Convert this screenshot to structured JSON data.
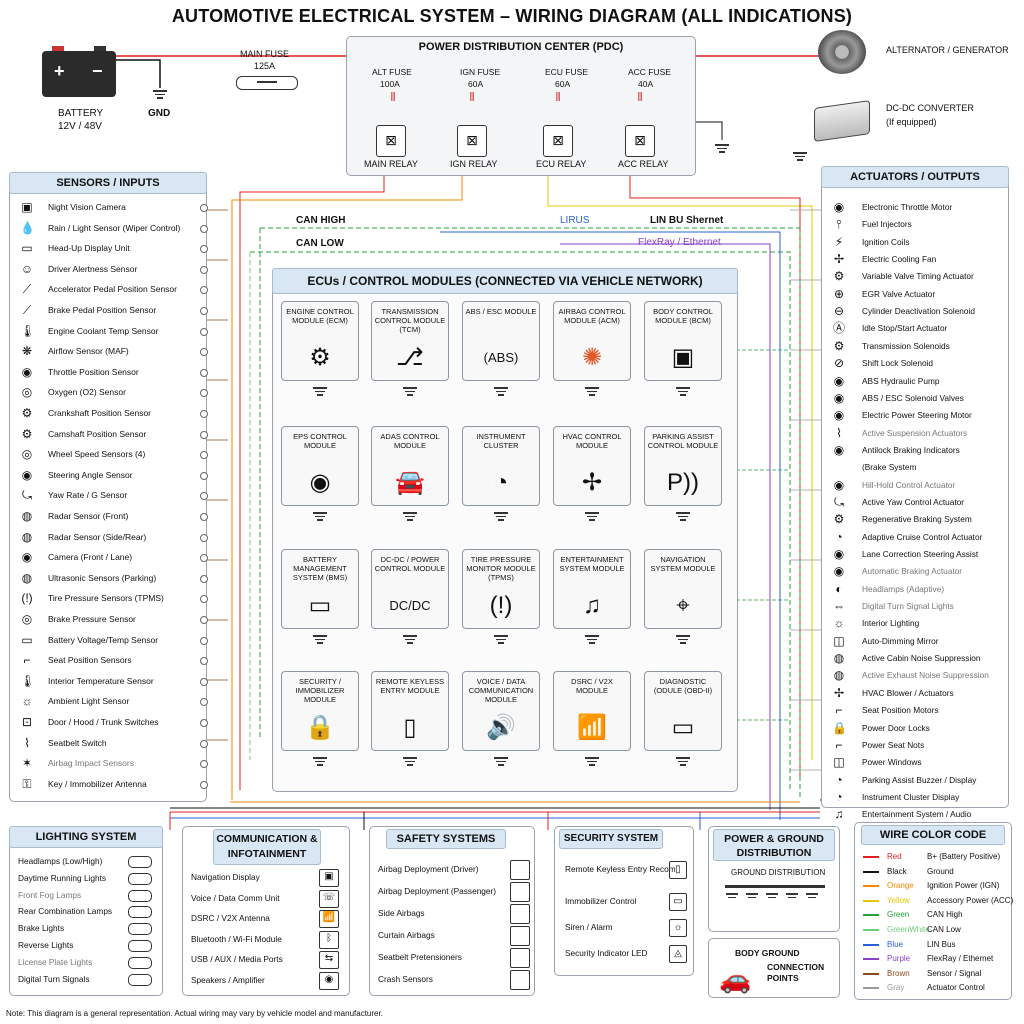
{
  "title": "AUTOMOTIVE ELECTRICAL SYSTEM – WIRING DIAGRAM (ALL INDICATIONS)",
  "battery": {
    "label": "BATTERY",
    "voltage": "12V / 48V",
    "plus": "+",
    "minus": "−"
  },
  "gnd_label": "GND",
  "main_fuse": {
    "label": "MAIN FUSE",
    "rating": "125A"
  },
  "pdc": {
    "title": "POWER DISTRIBUTION CENTER (PDC)",
    "fuses": [
      {
        "name": "ALT FUSE",
        "rating": "100A"
      },
      {
        "name": "IGN FUSE",
        "rating": "60A"
      },
      {
        "name": "ECU FUSE",
        "rating": "60A"
      },
      {
        "name": "ACC FUSE",
        "rating": "40A"
      }
    ],
    "relays": [
      "MAIN RELAY",
      "IGN RELAY",
      "ECU RELAY",
      "ACC RELAY"
    ]
  },
  "alternator": {
    "label": "ALTERNATOR / GENERATOR"
  },
  "dcdc": {
    "label": "DC-DC CONVERTER",
    "note": "(If equipped)"
  },
  "bus_labels": {
    "can_high": "CAN HIGH",
    "can_low": "CAN LOW",
    "lin": "LIRUS",
    "lin_eth": "LIN BU Shernet",
    "flexray": "FlexRay / Ethernet"
  },
  "sensors": {
    "title": "SENSORS / INPUTS",
    "items": [
      {
        "icon": "night-vision-camera-icon",
        "glyph": "▣",
        "label": "Night Vision Camera",
        "muted": false
      },
      {
        "icon": "rain-drop-icon",
        "glyph": "💧",
        "label": "Rain / Light Sensor (Wiper Control)",
        "muted": false
      },
      {
        "icon": "hud-icon",
        "glyph": "▭",
        "label": "Head-Up Display Unit",
        "muted": false
      },
      {
        "icon": "driver-face-icon",
        "glyph": "☺",
        "label": "Driver Alertness Sensor",
        "muted": false
      },
      {
        "icon": "pedal-icon",
        "glyph": "⟋",
        "label": "Accelerator Pedal Position Sensor",
        "muted": false
      },
      {
        "icon": "brake-pedal-icon",
        "glyph": "⟋",
        "label": "Brake Pedal Position Sensor",
        "muted": false
      },
      {
        "icon": "thermometer-icon",
        "glyph": "🌡",
        "label": "Engine Coolant Temp Sensor",
        "muted": false
      },
      {
        "icon": "airflow-icon",
        "glyph": "❋",
        "label": "Airflow Sensor (MAF)",
        "muted": false
      },
      {
        "icon": "throttle-icon",
        "glyph": "◉",
        "label": "Throttle Position Sensor",
        "muted": false
      },
      {
        "icon": "oxygen-sensor-icon",
        "glyph": "◎",
        "label": "Oxygen (O2) Sensor",
        "muted": false
      },
      {
        "icon": "crankshaft-icon",
        "glyph": "⚙",
        "label": "Crankshaft Position Sensor",
        "muted": false
      },
      {
        "icon": "camshaft-icon",
        "glyph": "⚙",
        "label": "Camshaft Position Sensor",
        "muted": false
      },
      {
        "icon": "wheel-speed-icon",
        "glyph": "◎",
        "label": "Wheel Speed Sensors (4)",
        "muted": false
      },
      {
        "icon": "steering-wheel-icon",
        "glyph": "◉",
        "label": "Steering Angle Sensor",
        "muted": false
      },
      {
        "icon": "yaw-rate-icon",
        "glyph": "⤿",
        "label": "Yaw Rate / G Sensor",
        "muted": false
      },
      {
        "icon": "radar-icon",
        "glyph": "◍",
        "label": "Radar Sensor (Front)",
        "muted": false
      },
      {
        "icon": "radar-side-icon",
        "glyph": "◍",
        "label": "Radar Sensor (Side/Rear)",
        "muted": false
      },
      {
        "icon": "camera-icon",
        "glyph": "◉",
        "label": "Camera (Front / Lane)",
        "muted": false
      },
      {
        "icon": "ultrasonic-icon",
        "glyph": "◍",
        "label": "Ultrasonic Sensors (Parking)",
        "muted": false
      },
      {
        "icon": "tire-pressure-icon",
        "glyph": "(!)",
        "label": "Tire Pressure Sensors (TPMS)",
        "muted": false
      },
      {
        "icon": "brake-pressure-icon",
        "glyph": "◎",
        "label": "Brake Pressure Sensor",
        "muted": false
      },
      {
        "icon": "battery-icon",
        "glyph": "▭",
        "label": "Battery Voltage/Temp Sensor",
        "muted": false
      },
      {
        "icon": "seat-icon",
        "glyph": "⌐",
        "label": "Seat Position Sensors",
        "muted": false
      },
      {
        "icon": "interior-temp-icon",
        "glyph": "🌡",
        "label": "Interior Temperature Sensor",
        "muted": false
      },
      {
        "icon": "sun-icon",
        "glyph": "☼",
        "label": "Ambient Light Sensor",
        "muted": false
      },
      {
        "icon": "door-icon",
        "glyph": "⊡",
        "label": "Door / Hood / Trunk Switches",
        "muted": false
      },
      {
        "icon": "seatbelt-icon",
        "glyph": "⌇",
        "label": "Seatbelt Switch",
        "muted": false
      },
      {
        "icon": "airbag-impact-icon",
        "glyph": "✶",
        "label": "Airbag Impact Sensors",
        "muted": true
      },
      {
        "icon": "key-antenna-icon",
        "glyph": "⚿",
        "label": "Key / Immobilizer Antenna",
        "muted": false
      }
    ]
  },
  "actuators": {
    "title": "ACTUATORS / OUTPUTS",
    "items": [
      {
        "icon": "throttle-motor-icon",
        "glyph": "◉",
        "label": "Electronic Throttle Motor",
        "muted": false
      },
      {
        "icon": "injector-icon",
        "glyph": "⫯",
        "label": "Fuel Injectors",
        "muted": false
      },
      {
        "icon": "ignition-coil-icon",
        "glyph": "⚡",
        "label": "Ignition Coils",
        "muted": false
      },
      {
        "icon": "fan-icon",
        "glyph": "✢",
        "label": "Electric Cooling Fan",
        "muted": false
      },
      {
        "icon": "vvt-icon",
        "glyph": "⚙",
        "label": "Variable Valve Timing Actuator",
        "muted": false
      },
      {
        "icon": "egr-icon",
        "glyph": "⊕",
        "label": "EGR Valve Actuator",
        "muted": false
      },
      {
        "icon": "cylinder-icon",
        "glyph": "⊖",
        "label": "Cylinder Deactivation Solenoid",
        "muted": false
      },
      {
        "icon": "start-stop-icon",
        "glyph": "Ⓐ",
        "label": "Idle Stop/Start Actuator",
        "muted": false
      },
      {
        "icon": "transmission-solenoid-icon",
        "glyph": "⚙",
        "label": "Transmission Solenoids",
        "muted": false
      },
      {
        "icon": "shift-lock-icon",
        "glyph": "⊘",
        "label": "Shift Lock Solenoid",
        "muted": false
      },
      {
        "icon": "abs-pump-icon",
        "glyph": "◉",
        "label": "ABS Hydraulic Pump",
        "muted": false
      },
      {
        "icon": "abs-valve-icon",
        "glyph": "◉",
        "label": "ABS / ESC Solenoid Valves",
        "muted": false
      },
      {
        "icon": "power-steering-icon",
        "glyph": "◉",
        "label": "Electric Power Steering Motor",
        "muted": false
      },
      {
        "icon": "suspension-icon",
        "glyph": "⌇",
        "label": "Active Suspension Actuators",
        "muted": true
      },
      {
        "icon": "abs-indicator-icon",
        "glyph": "◉",
        "label": "Antilock Braking Indicators",
        "muted": false
      },
      {
        "icon": "brake-system-icon",
        "glyph": "",
        "label": "(Brake System",
        "muted": false
      },
      {
        "icon": "hill-hold-icon",
        "glyph": "◉",
        "label": "Hill-Hold Control Actuator",
        "muted": true
      },
      {
        "icon": "yaw-control-icon",
        "glyph": "⤿",
        "label": "Active Yaw Control Actuator",
        "muted": false
      },
      {
        "icon": "regen-brake-icon",
        "glyph": "⚙",
        "label": "Regenerative Braking System",
        "muted": false
      },
      {
        "icon": "cruise-control-icon",
        "glyph": "◔",
        "label": "Adaptive Cruise Control Actuator",
        "muted": false
      },
      {
        "icon": "lane-assist-icon",
        "glyph": "◉",
        "label": "Lane Correction Steering Assist",
        "muted": false
      },
      {
        "icon": "auto-brake-icon",
        "glyph": "◉",
        "label": "Automatic Braking Actuator",
        "muted": true
      },
      {
        "icon": "headlamp-icon",
        "glyph": "◐",
        "label": "Headlamps (Adaptive)",
        "muted": true
      },
      {
        "icon": "turn-signal-icon",
        "glyph": "⇔",
        "label": "Digital Turn Signal Lights",
        "muted": true
      },
      {
        "icon": "interior-light-icon",
        "glyph": "☼",
        "label": "Interior Lighting",
        "muted": false
      },
      {
        "icon": "mirror-icon",
        "glyph": "◫",
        "label": "Auto-Dimming Mirror",
        "muted": false
      },
      {
        "icon": "noise-cancel-icon",
        "glyph": "◍",
        "label": "Active Cabin Noise Suppression",
        "muted": false
      },
      {
        "icon": "exhaust-noise-icon",
        "glyph": "◍",
        "label": "Active Exhaust Noise Suppression",
        "muted": true
      },
      {
        "icon": "hvac-blower-icon",
        "glyph": "✢",
        "label": "HVAC Blower / Actuators",
        "muted": false
      },
      {
        "icon": "seat-motor-icon",
        "glyph": "⌐",
        "label": "Seat Position Motors",
        "muted": false
      },
      {
        "icon": "door-lock-icon",
        "glyph": "🔒",
        "label": "Power Door Locks",
        "muted": false
      },
      {
        "icon": "power-seat-icon",
        "glyph": "⌐",
        "label": "Power Seat Nots",
        "muted": false
      },
      {
        "icon": "power-window-icon",
        "glyph": "◫",
        "label": "Power Windows",
        "muted": false
      },
      {
        "icon": "buzzer-icon",
        "glyph": "◔",
        "label": "Parking Assist Buzzer / Display",
        "muted": false
      },
      {
        "icon": "cluster-display-icon",
        "glyph": "◔",
        "label": "Instrument Cluster Display",
        "muted": false
      },
      {
        "icon": "entertainment-icon",
        "glyph": "♫",
        "label": "Entertainment System / Audio",
        "muted": false
      }
    ]
  },
  "ecus": {
    "title": "ECUs / CONTROL MODULES (CONNECTED VIA VEHICLE NETWORK)",
    "modules": [
      {
        "icon": "engine-icon",
        "glyph": "⚙",
        "name": "ENGINE CONTROL MODULE (ECM)",
        "color": "#111111"
      },
      {
        "icon": "gear-shift-icon",
        "glyph": "⎇",
        "name": "TRANSMISSION CONTROL MODULE (TCM)",
        "color": "#111111"
      },
      {
        "icon": "abs-icon",
        "glyph": "(ABS)",
        "name": "ABS / ESC MODULE",
        "color": "#111111"
      },
      {
        "icon": "airbag-icon",
        "glyph": "✺",
        "name": "AIRBAG CONTROL MODULE (ACM)",
        "color": "#e05a2a"
      },
      {
        "icon": "car-body-icon",
        "glyph": "▣",
        "name": "BODY CONTROL MODULE (BCM)",
        "color": "#111111"
      },
      {
        "icon": "steering-wheel-icon",
        "glyph": "◉",
        "name": "EPS CONTROL MODULE",
        "color": "#111111"
      },
      {
        "icon": "adas-car-icon",
        "glyph": "🚘",
        "name": "ADAS CONTROL MODULE",
        "color": "#111111"
      },
      {
        "icon": "gauge-icon",
        "glyph": "◔",
        "name": "INSTRUMENT CLUSTER",
        "color": "#111111"
      },
      {
        "icon": "hvac-fan-icon",
        "glyph": "✢",
        "name": "HVAC CONTROL MODULE",
        "color": "#111111"
      },
      {
        "icon": "parking-icon",
        "glyph": "P))",
        "name": "PARKING ASSIST CONTROL MODULE",
        "color": "#111111"
      },
      {
        "icon": "battery-icon",
        "glyph": "▭",
        "name": "BATTERY MANAGEMENT SYSTEM (BMS)",
        "color": "#111111"
      },
      {
        "icon": "dcdc-icon",
        "glyph": "DC/DC",
        "name": "DC-DC / POWER CONTROL MODULE",
        "color": "#111111"
      },
      {
        "icon": "tpms-icon",
        "glyph": "(!)",
        "name": "TIRE PRESSURE MONITOR MODULE (TPMS)",
        "color": "#111111"
      },
      {
        "icon": "music-note-icon",
        "glyph": "♫",
        "name": "ENTERTAINMENT SYSTEM MODULE",
        "color": "#111111"
      },
      {
        "icon": "map-pin-icon",
        "glyph": "⌖",
        "name": "NAVIGATION SYSTEM MODULE",
        "color": "#111111"
      },
      {
        "icon": "padlock-icon",
        "glyph": "🔒",
        "name": "SECURITY / IMMOBILIZER MODULE",
        "color": "#111111"
      },
      {
        "icon": "key-fob-icon",
        "glyph": "▯",
        "name": "REMOTE KEYLESS ENTRY MODULE",
        "color": "#111111"
      },
      {
        "icon": "speaker-icon",
        "glyph": "🔊",
        "name": "VOICE / DATA COMMUNICATION MODULE",
        "color": "#111111"
      },
      {
        "icon": "antenna-icon",
        "glyph": "📶",
        "name": "DSRC / V2X MODULE",
        "color": "#111111"
      },
      {
        "icon": "obd-port-icon",
        "glyph": "▭",
        "name": "DIAGNOSTIC (ODULE (OBD-II)",
        "color": "#111111"
      }
    ]
  },
  "lighting": {
    "title": "LIGHTING SYSTEM",
    "items": [
      {
        "label": "Headlamps (Low/High)",
        "muted": false
      },
      {
        "label": "Daytime Running Lights",
        "muted": false
      },
      {
        "label": "Front Fog Lamps",
        "muted": true
      },
      {
        "label": "Rear Combination Lamps",
        "muted": false
      },
      {
        "label": "Brake Lights",
        "muted": false
      },
      {
        "label": "Reverse Lights",
        "muted": false
      },
      {
        "label": "License Plate Lights",
        "muted": true
      },
      {
        "label": "Digital Turn Signals",
        "muted": false
      }
    ]
  },
  "comm": {
    "title": "COMMUNICATION & INFOTAINMENT",
    "items": [
      {
        "icon": "display-icon",
        "glyph": "▣",
        "label": "Navigation Display"
      },
      {
        "icon": "voice-icon",
        "glyph": "☏",
        "label": "Voice / Data Comm Unit"
      },
      {
        "icon": "v2x-antenna-icon",
        "glyph": "📶",
        "label": "DSRC / V2X Antenna"
      },
      {
        "icon": "bluetooth-icon",
        "glyph": "ᛒ",
        "label": "Bluetooth / Wi-Fi Module"
      },
      {
        "icon": "usb-icon",
        "glyph": "⇆",
        "label": "USB / AUX / Media Ports"
      },
      {
        "icon": "speaker-icon",
        "glyph": "◉",
        "label": "Speakers / Amplifier"
      }
    ]
  },
  "safety": {
    "title": "SAFETY SYSTEMS",
    "items": [
      {
        "label": "Airbag Deployment (Driver)"
      },
      {
        "label": "Airbag Deployment (Passenger)"
      },
      {
        "label": "Side Airbags"
      },
      {
        "label": "Curtain Airbags"
      },
      {
        "label": "Seatbelt Pretensioners"
      },
      {
        "label": "Crash Sensors"
      }
    ]
  },
  "security": {
    "title": "SECURITY SYSTEM",
    "items": [
      {
        "icon": "remote-icon",
        "glyph": "▯",
        "label": "Remote Keyless Entry Recom"
      },
      {
        "icon": "immobilizer-icon",
        "glyph": "▭",
        "label": "Immobilizer Control"
      },
      {
        "icon": "siren-icon",
        "glyph": "☼",
        "label": "Siren / Alarm"
      },
      {
        "icon": "led-icon",
        "glyph": "◬",
        "label": "Security Indicator LED"
      }
    ]
  },
  "power_ground": {
    "title": "POWER & GROUND DISTRIBUTION",
    "subtitle": "GROUND DISTRIBUTION"
  },
  "body_ground": {
    "title": "BODY GROUND",
    "connection": "CONNECTION",
    "points": "POINTS"
  },
  "wire_code": {
    "title": "WIRE COLOR CODE",
    "items": [
      {
        "color_name": "Red",
        "hex": "#e02020",
        "desc": "B+ (Battery Positive)"
      },
      {
        "color_name": "Black",
        "hex": "#111111",
        "desc": "Ground"
      },
      {
        "color_name": "Orange",
        "hex": "#f08a00",
        "desc": "Ignition Power (IGN)"
      },
      {
        "color_name": "Yellow",
        "hex": "#e6c800",
        "desc": "Accessory Power (ACC)"
      },
      {
        "color_name": "Green",
        "hex": "#22a33a",
        "desc": "CAN High"
      },
      {
        "color_name": "GreenWhite",
        "hex": "#6ccf7a",
        "desc": "CAN Low"
      },
      {
        "color_name": "Blue",
        "hex": "#2a5fd6",
        "desc": "LIN Bus"
      },
      {
        "color_name": "Purple",
        "hex": "#8a3fc8",
        "desc": "FlexRay / Ethernet"
      },
      {
        "color_name": "Brown",
        "hex": "#8a4b1e",
        "desc": "Sensor / Signal"
      },
      {
        "color_name": "Gray",
        "hex": "#9a9a9a",
        "desc": "Actuator Control"
      }
    ]
  },
  "note": "Note: This diagram is a general representation. Actual wiring may vary by vehicle model and manufacturer."
}
